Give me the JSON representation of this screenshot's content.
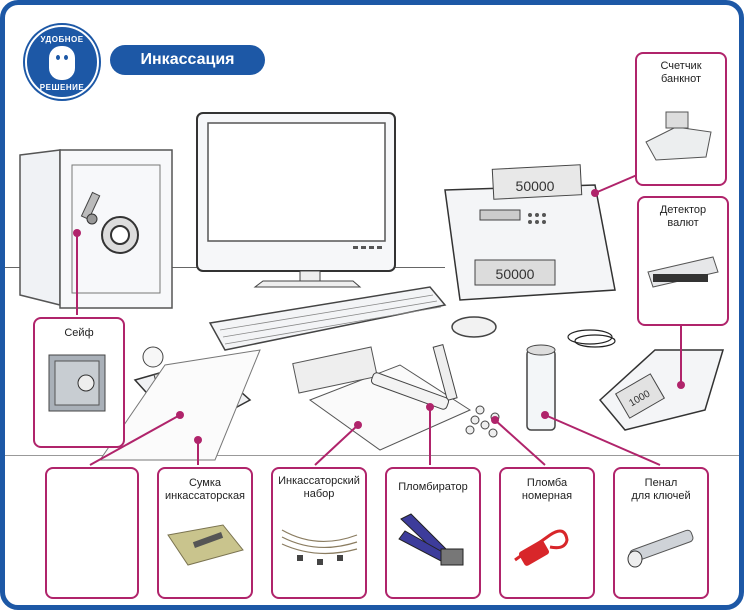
{
  "title": "Инкассация",
  "logo": {
    "top_text": "УДОБНОЕ",
    "bottom_text": "РЕШЕНИЕ"
  },
  "labels": {
    "counter": "Счетчик\nбанкнот",
    "detector": "Детектор\nвалют",
    "safe": "Сейф",
    "bag": "Сумка\nинкассаторская",
    "kit": "Инкассаторский\nнабор",
    "sealer": "Пломбиратор",
    "seal": "Пломба\nномерная",
    "case": "Пенал\nдля ключей"
  },
  "counter_display": "50000",
  "detector_display": "1000",
  "colors": {
    "frame": "#1d58a6",
    "accent": "#b0246b"
  }
}
